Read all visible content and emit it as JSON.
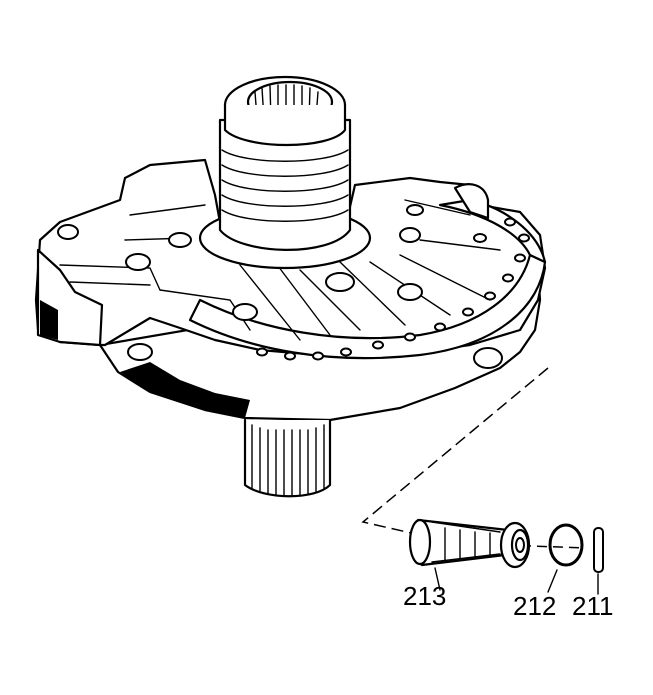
{
  "callouts": {
    "filter": "213",
    "ring": "212",
    "pin": "211"
  }
}
